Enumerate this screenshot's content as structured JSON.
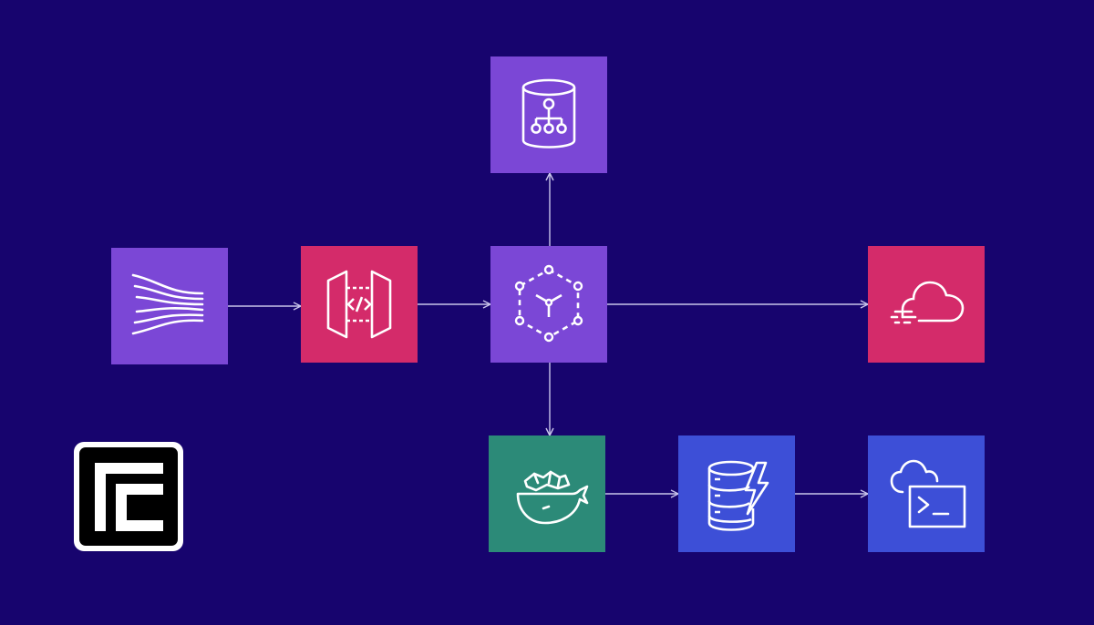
{
  "palette": {
    "background": "#17046e",
    "purple": "#7b47d6",
    "pink": "#d42b6a",
    "green": "#2c8a78",
    "blue": "#3d4fd7",
    "line": "#c9c5ea",
    "logo_bg": "#ffffff",
    "logo_fg": "#000000"
  },
  "nodes": [
    {
      "id": "stream",
      "icon": "kinesis-stream-icon",
      "color": "#7b47d6"
    },
    {
      "id": "api",
      "icon": "api-gateway-icon",
      "color": "#d42b6a"
    },
    {
      "id": "hub",
      "icon": "appsync-graph-icon",
      "color": "#7b47d6"
    },
    {
      "id": "db",
      "icon": "graph-database-icon",
      "color": "#7b47d6"
    },
    {
      "id": "cloud",
      "icon": "cloud-speed-icon",
      "color": "#d42b6a"
    },
    {
      "id": "container",
      "icon": "container-whale-icon",
      "color": "#2c8a78"
    },
    {
      "id": "dynamo",
      "icon": "dynamodb-lightning-icon",
      "color": "#3d4fd7"
    },
    {
      "id": "shell",
      "icon": "cloud-shell-icon",
      "color": "#3d4fd7"
    }
  ],
  "edges": [
    {
      "from": "stream",
      "to": "api"
    },
    {
      "from": "api",
      "to": "hub"
    },
    {
      "from": "hub",
      "to": "db"
    },
    {
      "from": "hub",
      "to": "cloud"
    },
    {
      "from": "hub",
      "to": "container"
    },
    {
      "from": "container",
      "to": "dynamo"
    },
    {
      "from": "dynamo",
      "to": "shell"
    }
  ],
  "logo": {
    "icon": "brand-logo-icon"
  }
}
